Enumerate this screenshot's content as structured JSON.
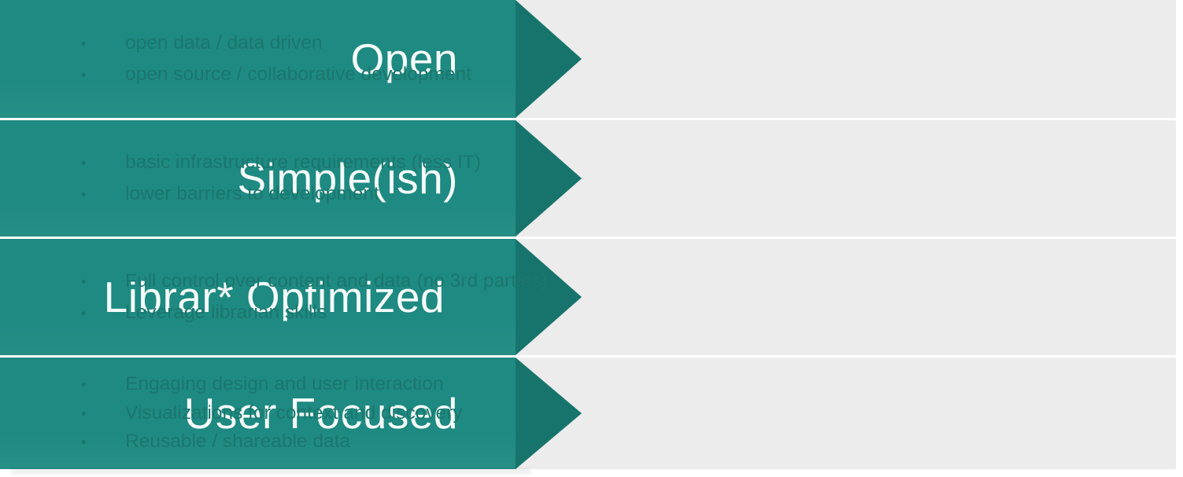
{
  "theme": {
    "arrow_body_color": "#1e8a81",
    "arrow_head_color": "#17746c",
    "panel_color": "#ececec",
    "bullet_text_color": "#1b776e",
    "arrow_label_color": "#f4fbfa",
    "page_background": "#ffffff"
  },
  "rows": [
    {
      "label": "Open",
      "bullets": [
        "open data / data driven",
        "open source / collaborative development"
      ]
    },
    {
      "label": "Simple(ish)",
      "bullets": [
        "basic infrastructure requirements (less IT)",
        "lower barriers to development"
      ]
    },
    {
      "label": "Librar* Optimized",
      "bullets": [
        "Full control over content and data (no 3rd parties)",
        "Leverage librarian skills"
      ]
    },
    {
      "label": "User Focused",
      "bullets": [
        "Engaging design and user interaction",
        "Visualizations for context and discovery",
        "Reusable / shareable data"
      ]
    }
  ]
}
